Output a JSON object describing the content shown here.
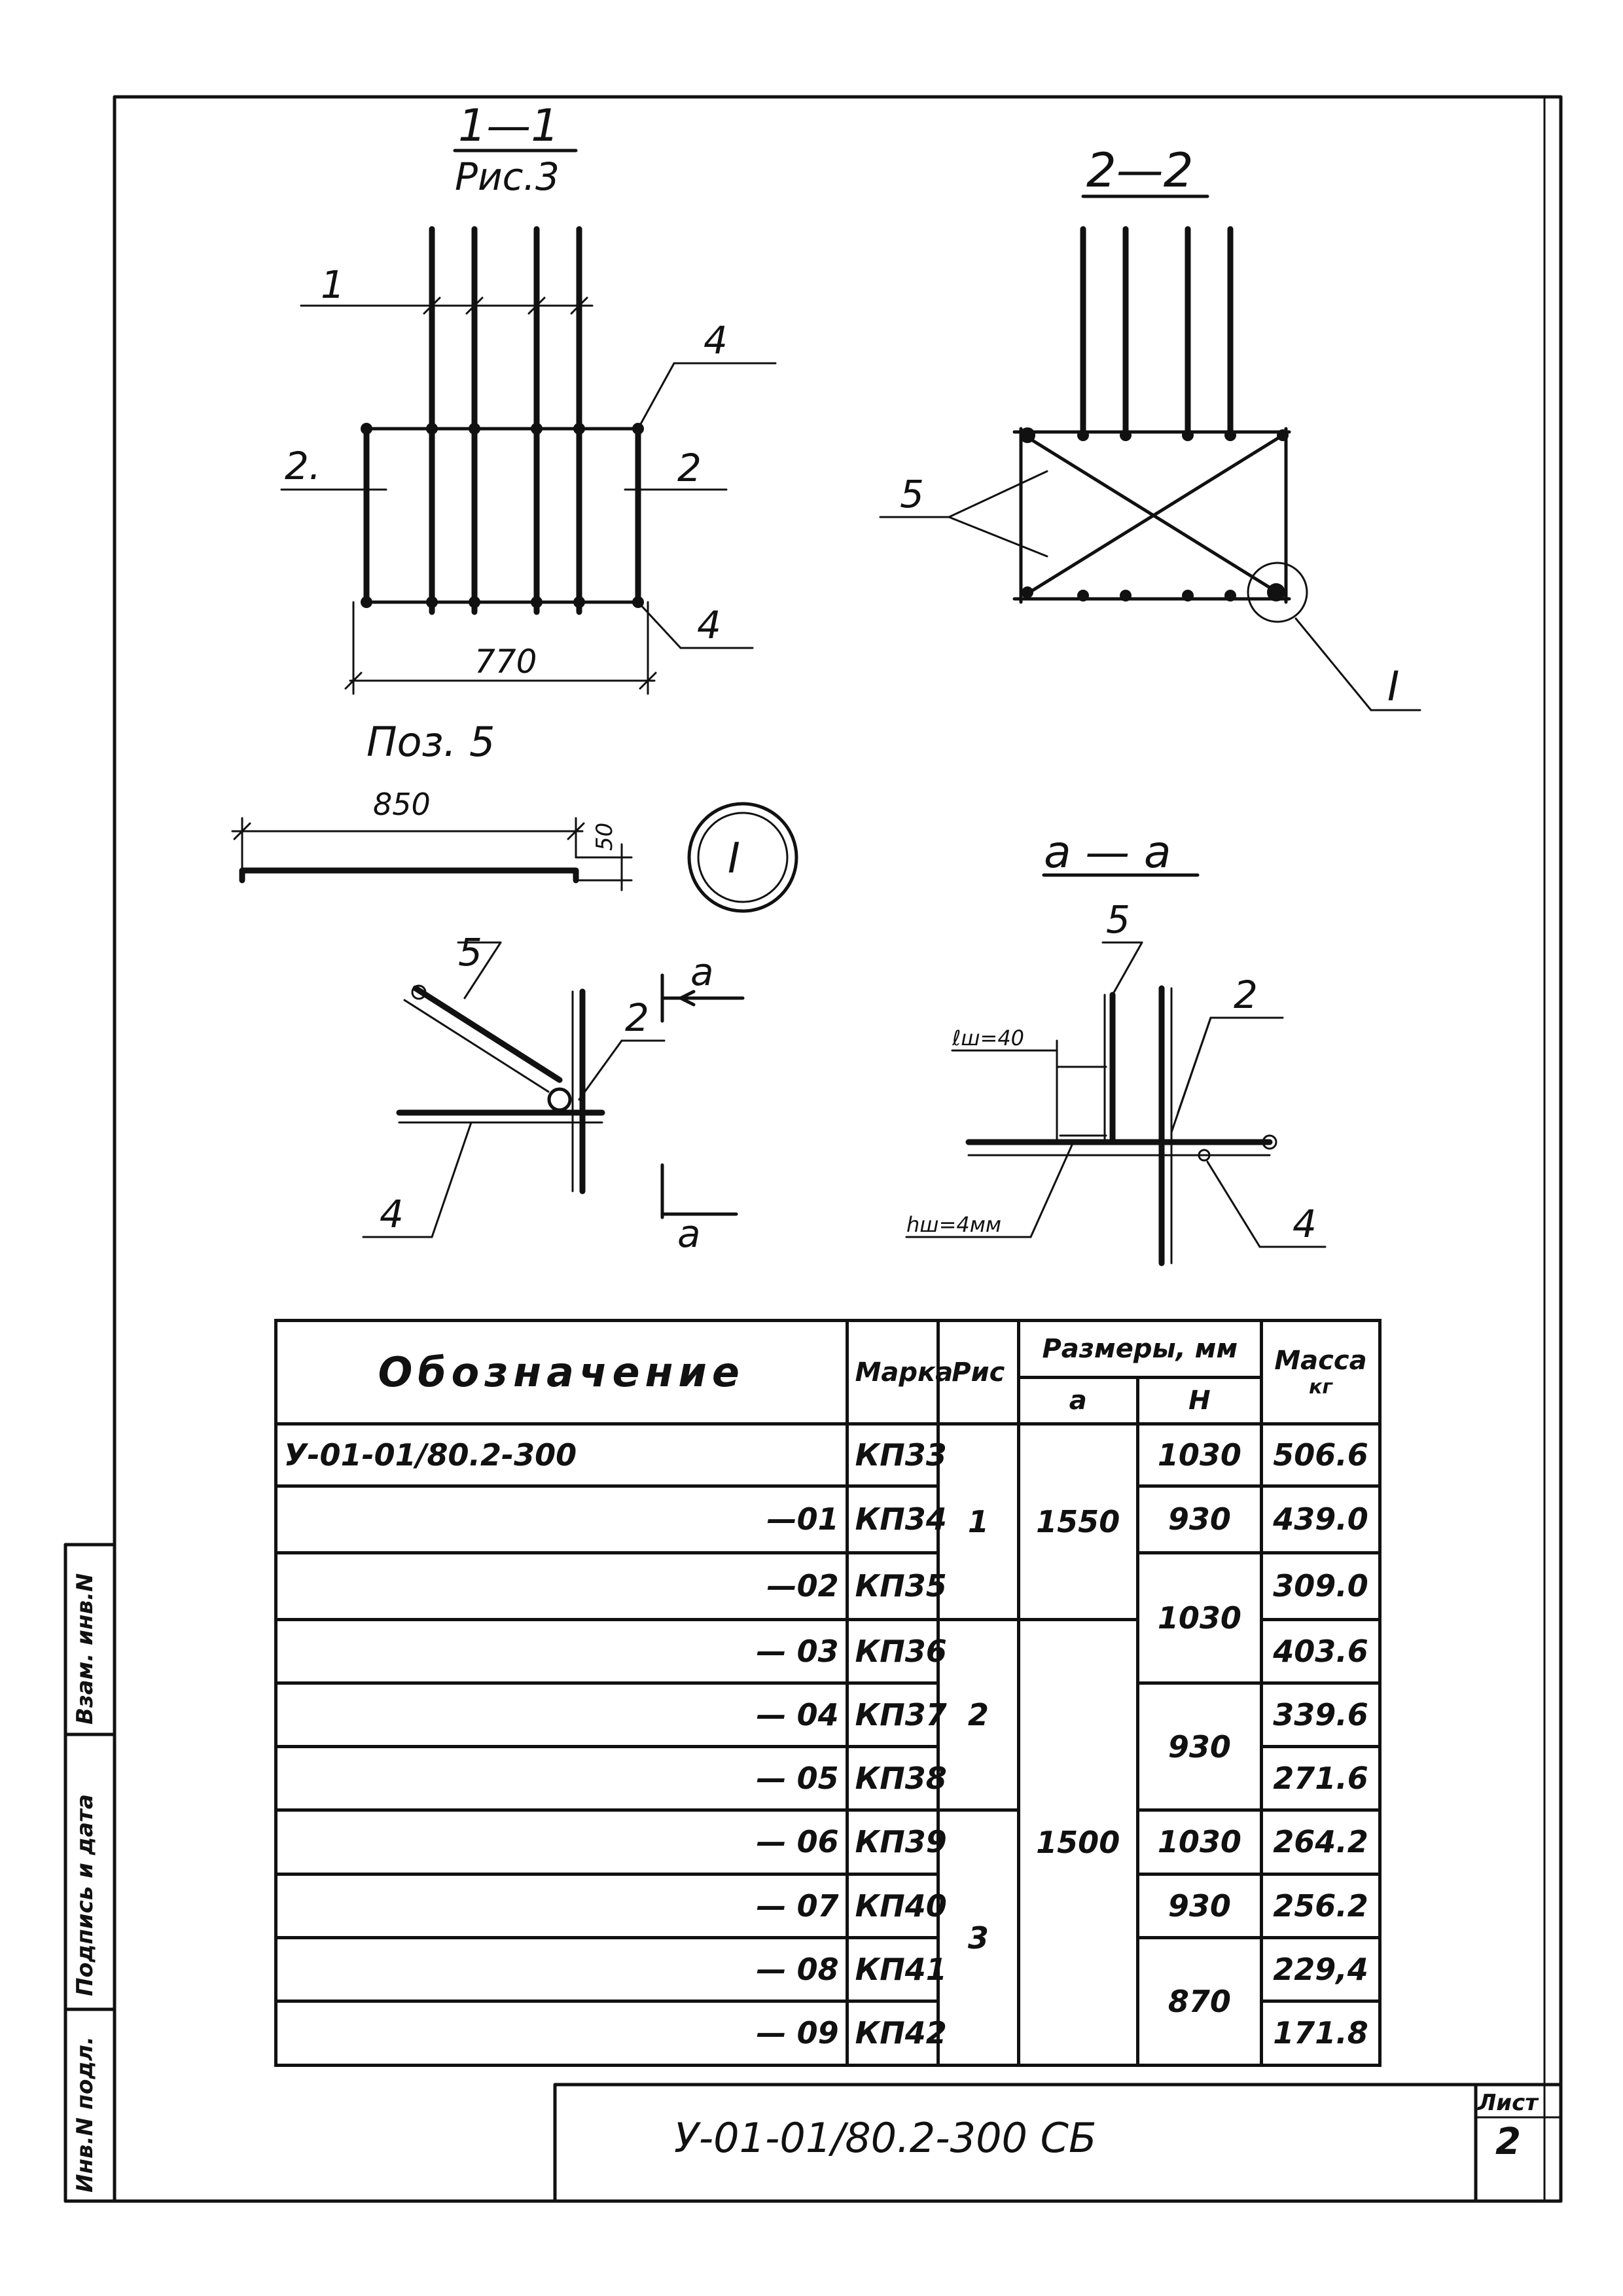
{
  "drawings": {
    "section_1_1": {
      "title": "1—1",
      "subtitle": "Рис.3",
      "labels": [
        "1",
        "2.",
        "2",
        "4",
        "4"
      ],
      "dimension": "770"
    },
    "section_2_2": {
      "title": "2—2",
      "labels": [
        "5",
        "I"
      ]
    },
    "position_5": {
      "title": "Поз. 5",
      "dimension": "850",
      "height": "50"
    },
    "node_I": {
      "callout": "I",
      "labels": [
        "5",
        "2",
        "a",
        "4",
        "a"
      ]
    },
    "section_a_a": {
      "title": "a — a",
      "labels": [
        "5",
        "2",
        "4"
      ],
      "weld_length": "ℓш=40",
      "weld_height": "hш=4мм"
    }
  },
  "table": {
    "headers": {
      "designation": "Обозначение",
      "mark": "Марка",
      "figure": "Рис",
      "dimensions": "Размеры, мм",
      "dim_a": "a",
      "dim_h": "H",
      "mass": "Масса",
      "mass_unit": "кг"
    },
    "rows": [
      {
        "designation": "У-01-01/80.2-300",
        "mark": "КП33",
        "mass": "506.6"
      },
      {
        "designation": "—01",
        "mark": "КП34",
        "mass": "439.0"
      },
      {
        "designation": "—02",
        "mark": "КП35",
        "mass": "309.0"
      },
      {
        "designation": "— 03",
        "mark": "КП36",
        "mass": "403.6"
      },
      {
        "designation": "— 04",
        "mark": "КП37",
        "mass": "339.6"
      },
      {
        "designation": "— 05",
        "mark": "КП38",
        "mass": "271.6"
      },
      {
        "designation": "— 06",
        "mark": "КП39",
        "mass": "264.2"
      },
      {
        "designation": "— 07",
        "mark": "КП40",
        "mass": "256.2"
      },
      {
        "designation": "— 08",
        "mark": "КП41",
        "mass": "229,4"
      },
      {
        "designation": "— 09",
        "mark": "КП42",
        "mass": "171.8"
      }
    ],
    "figure_groups": [
      "1",
      "2",
      "3"
    ],
    "a_groups": [
      "1550",
      "1500"
    ],
    "h_groups": [
      "1030",
      "930",
      "1030",
      "930",
      "1030",
      "930",
      "870"
    ]
  },
  "side_stamp": [
    "Инв.N подл.",
    "Подпись и дата",
    "Взам. инв.N"
  ],
  "title_block": {
    "document_code": "У-01-01/80.2-300 СБ",
    "sheet_label": "Лист",
    "sheet_number": "2"
  }
}
